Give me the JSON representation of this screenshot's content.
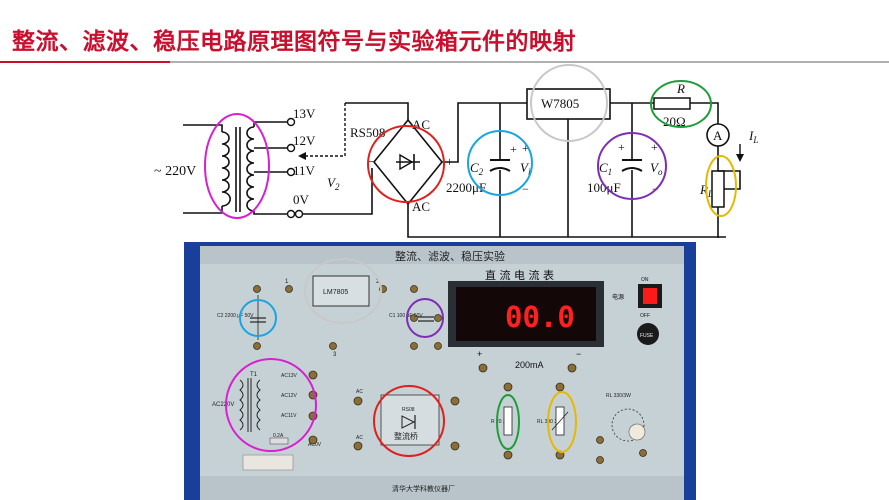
{
  "slide": {
    "title": "整流、滤波、稳压电路原理图符号与实验箱元件的映射"
  },
  "schematic": {
    "taps": [
      "13V",
      "12V",
      "11V",
      "0V"
    ],
    "input_voltage": "~ 220V",
    "secondary_voltage": "V",
    "secondary_sub": "2",
    "bridge_label": "RS508",
    "ac_top": "AC",
    "ac_bottom": "AC",
    "plus": "+",
    "minus": "−",
    "c2_label": "C",
    "c2_sub": "2",
    "c2_value": "2200μF",
    "vi_label": "V",
    "vi_sub": "i",
    "regulator": "W7805",
    "c1_label": "C",
    "c1_sub": "1",
    "c1_value": "100μF",
    "vo_label": "V",
    "vo_sub": "o",
    "r_label": "R",
    "r_value": "20Ω",
    "ammeter": "A",
    "il_label": "I",
    "il_sub": "L",
    "rl_label": "R",
    "rl_sub": "L"
  },
  "panel": {
    "title": "整流、滤波、稳压实验",
    "meter_title": "直 流 电 流 表",
    "display_value": "00.0",
    "meter_range": "200mA",
    "lm7805": "LM7805",
    "c2_text": "C2 2200 μF 50V",
    "c1_text": "C1 100 μF 50V",
    "transformer": "T1",
    "input": "AC220V",
    "taps": [
      "AC13V",
      "AC12V",
      "AC11V",
      "AC0V"
    ],
    "fuse_rating": "0.2A",
    "bridge_part": "RS08",
    "bridge_label": "整流桥",
    "ac": "AC",
    "r_part": "R 20 2W",
    "rl_part": "RL 330 3W",
    "pot_label": "RL 330/3W",
    "on": "ON",
    "off": "OFF",
    "power": "电源",
    "fuse": "FUSE",
    "pins": [
      "1",
      "2",
      "3"
    ],
    "maker": "清华大学科教仪器厂"
  },
  "colors": {
    "title_red": "#c8102e",
    "circle_magenta": "#d81fd2",
    "circle_red": "#e0201c",
    "circle_cyan": "#1aa5e0",
    "circle_gray": "#c8c8c8",
    "circle_green": "#1f9d3a",
    "circle_yellow": "#e6b800",
    "circle_purple": "#7d2db8",
    "panel_bg": "#c6d1d6",
    "frame_blue": "#1a3f9a",
    "display_red": "#ff2020"
  }
}
